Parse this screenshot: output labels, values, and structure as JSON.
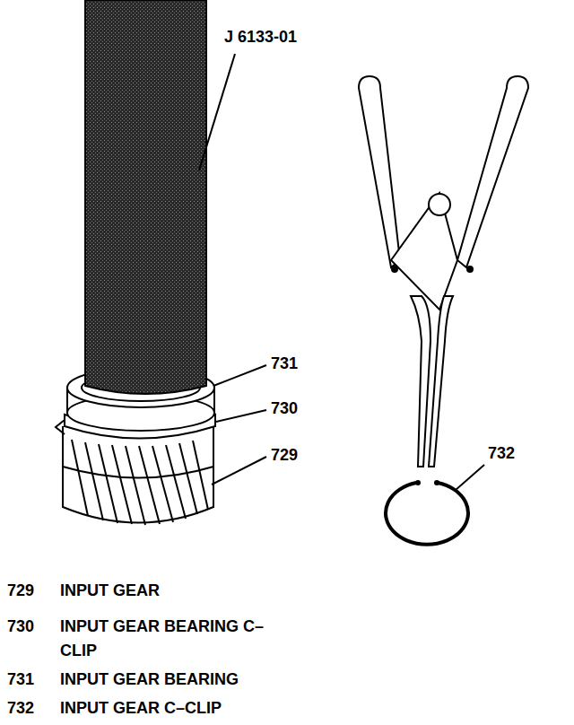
{
  "diagram": {
    "labels": [
      "J 6133-01",
      "731",
      "730",
      "729",
      "732",
      "729",
      "INPUT GEAR",
      "730",
      "INPUT GEAR BEARING C–CLIP",
      "731",
      "INPUT GEAR BEARING",
      "732",
      "INPUT GEAR C–CLIP"
    ]
  }
}
